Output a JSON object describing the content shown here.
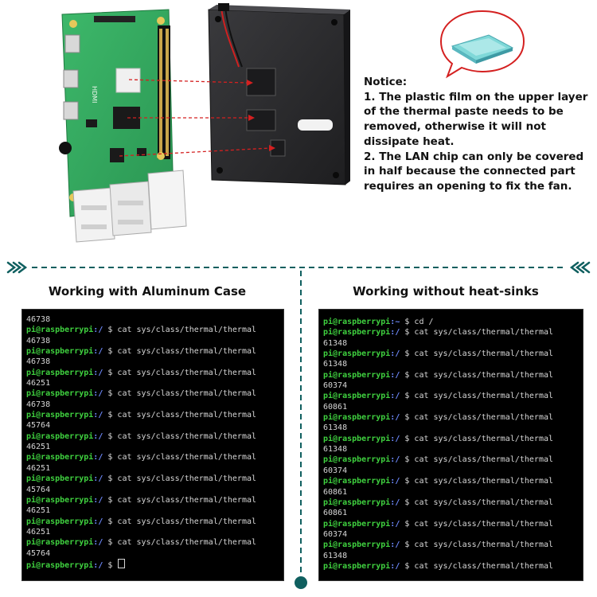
{
  "notice": {
    "lines": [
      "Notice:",
      "1. The plastic film on the upper layer",
      "of the thermal paste needs to be",
      "removed, otherwise it will not",
      "dissipate heat.",
      "2. The LAN chip can only be covered",
      "in half because the connected part",
      "requires an opening to fix the fan."
    ]
  },
  "board": {
    "hdmi_label": "HDMI"
  },
  "panels": {
    "left_title": "Working with Aluminum Case",
    "right_title": "Working without heat-sinks"
  },
  "prompt": {
    "user": "pi@raspberrypi",
    "sep": ":",
    "path": "/",
    "symbol": " $ "
  },
  "commands": {
    "cat": "cat sys/class/thermal/thermal",
    "cd": "cd /"
  },
  "terminal_left": {
    "first_output": "46738",
    "outputs": [
      "46738",
      "46738",
      "46251",
      "46738",
      "45764",
      "46251",
      "46251",
      "45764",
      "46251",
      "46251",
      "45764"
    ]
  },
  "terminal_right": {
    "first_path": "~",
    "outputs": [
      "61348",
      "61348",
      "60374",
      "60861",
      "61348",
      "61348",
      "60374",
      "60861",
      "60861",
      "60374",
      "61348"
    ]
  },
  "colors": {
    "teal": "#0f5f5f",
    "terminal_bg": "#000000",
    "prompt_user": "#3fd13f",
    "prompt_path": "#6f8bff",
    "terminal_text": "#d6d6d6"
  }
}
